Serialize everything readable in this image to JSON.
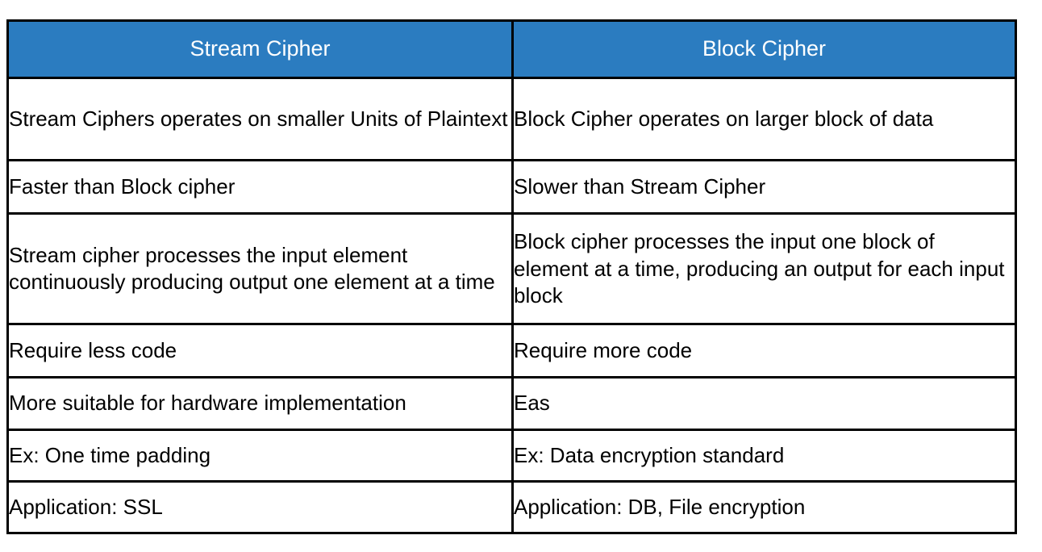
{
  "document": {
    "type": "comparison-table",
    "background_color": "#FFFFFF",
    "border_color": "#000000",
    "header_background_color": "#2B7CC0",
    "header_text_color": "#FFFFFF",
    "body_text_color": "#000000"
  },
  "table": {
    "columns": [
      {
        "id": "stream",
        "header": "Stream Cipher"
      },
      {
        "id": "block",
        "header": "Block Cipher"
      }
    ],
    "rows": [
      {
        "stream": "Stream Ciphers operates on smaller Units of Plaintext",
        "block": "Block Cipher operates on larger block of data"
      },
      {
        "stream": "Faster than Block cipher",
        "block": "Slower than Stream Cipher"
      },
      {
        "stream": "Stream cipher processes the input element continuously producing output one element at a time",
        "block": "Block cipher processes the input one block of element at a time, producing an output for each input block"
      },
      {
        "stream": "Require less code",
        "block": "Require more code"
      },
      {
        "stream": "More suitable for hardware implementation",
        "block": "Eas"
      },
      {
        "stream": "Ex: One time padding",
        "block": "Ex: Data encryption standard"
      },
      {
        "stream": "Application: SSL",
        "block": "Application: DB, File encryption"
      }
    ]
  }
}
